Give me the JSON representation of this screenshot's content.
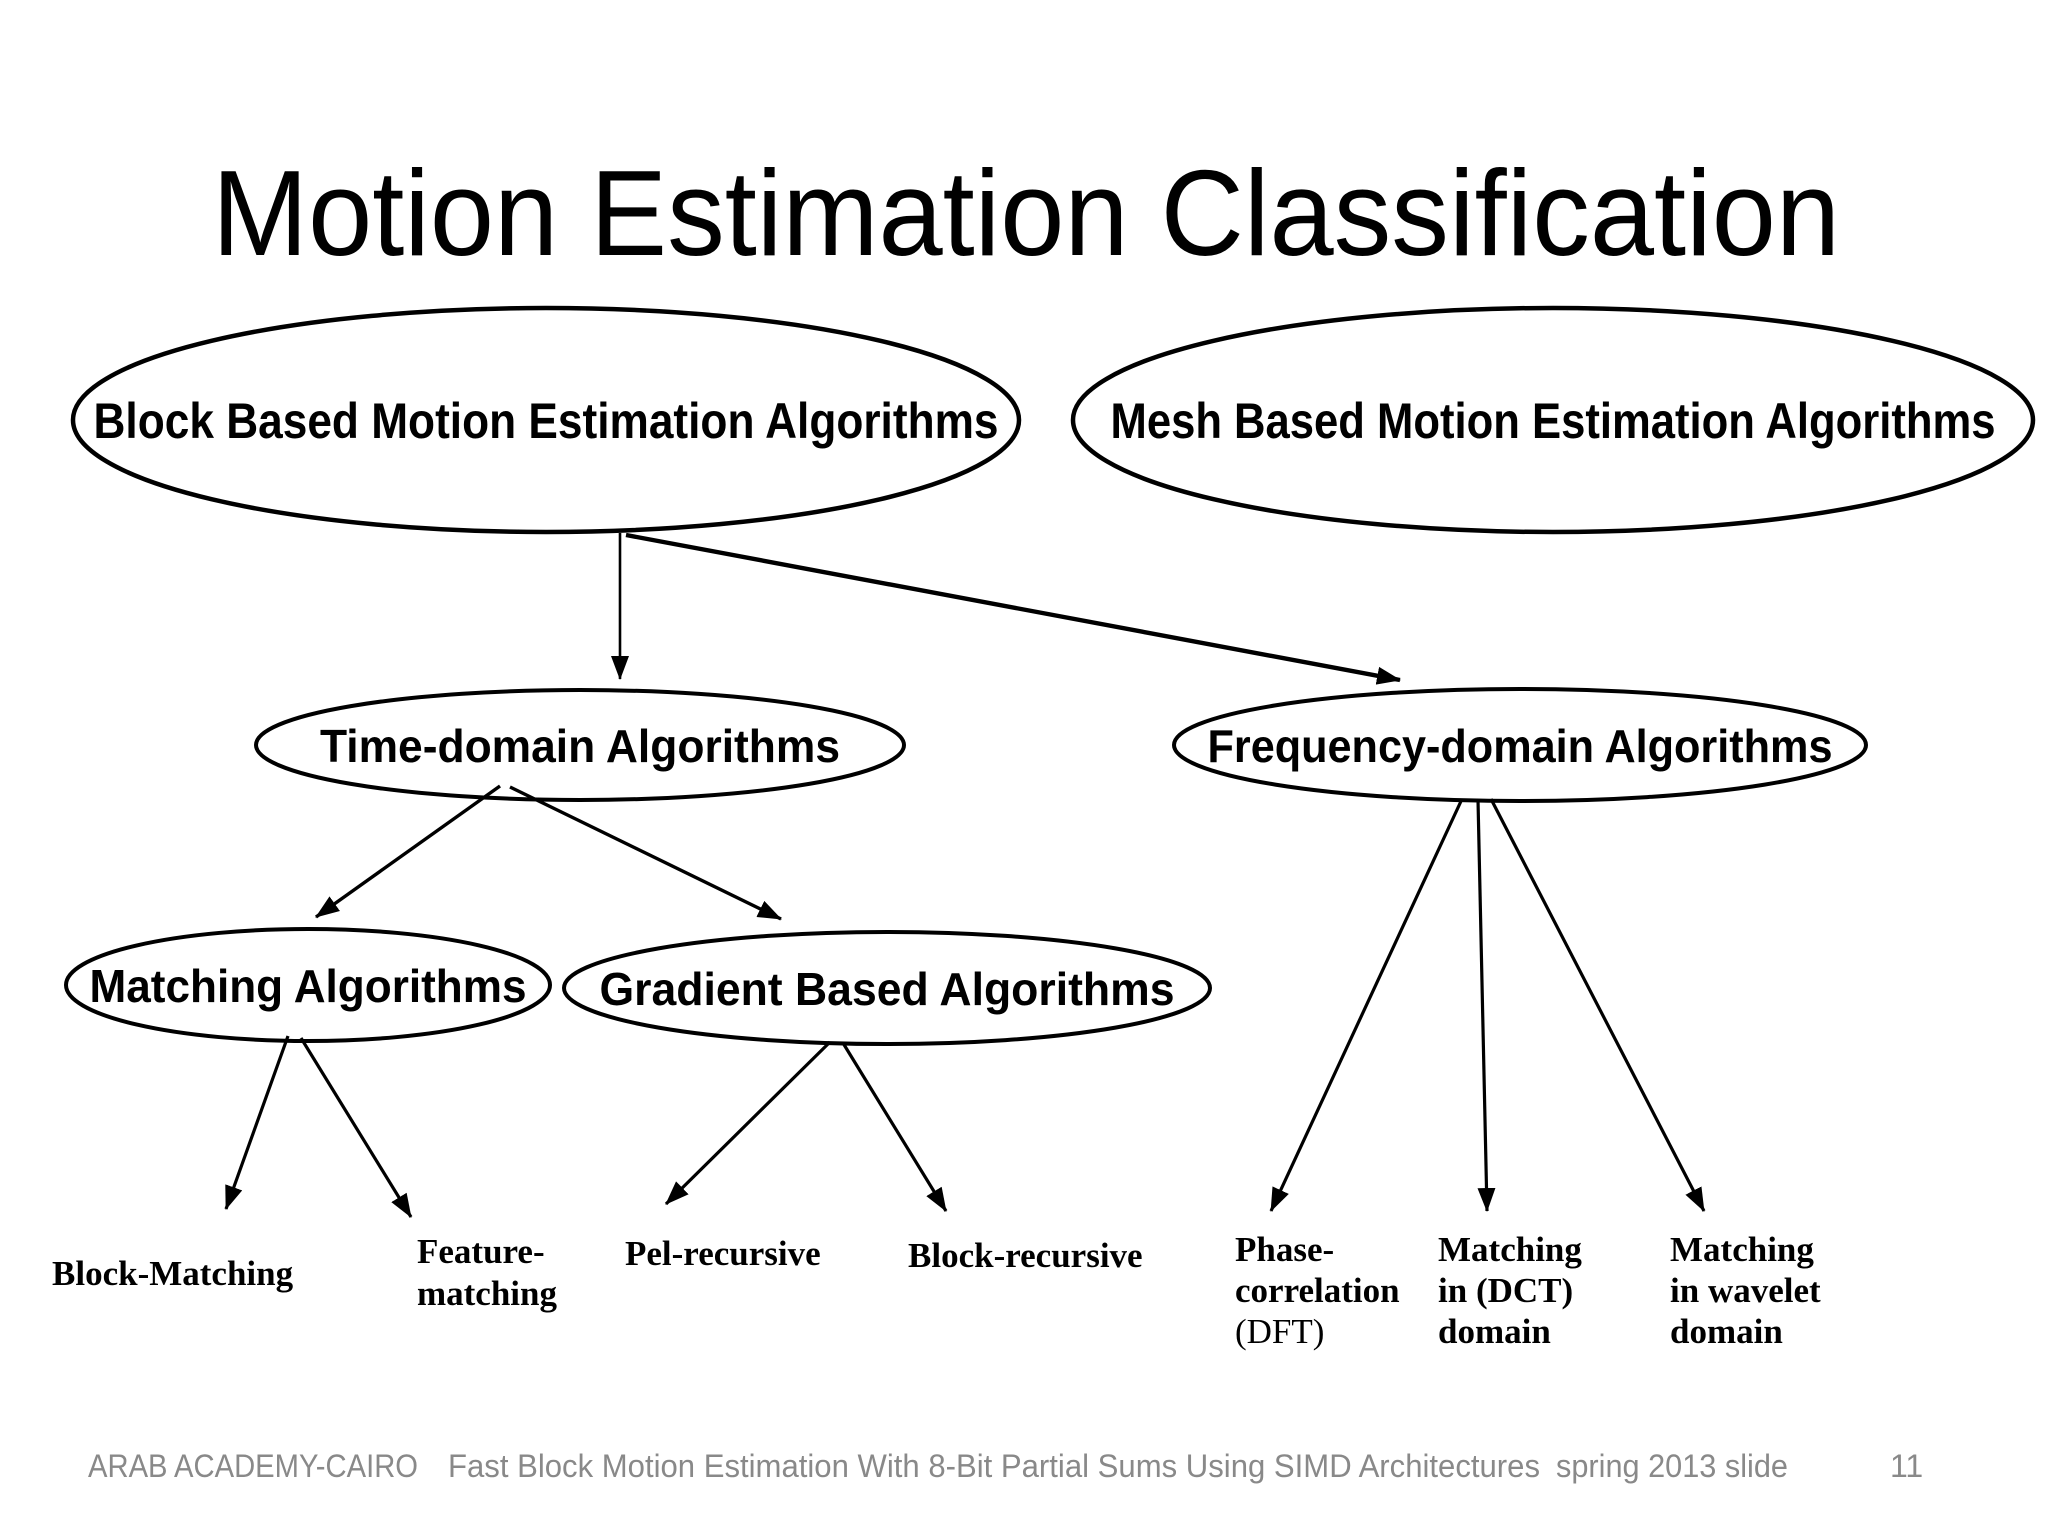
{
  "slide": {
    "title": "Motion Estimation Classification",
    "footer": {
      "organization": "ARAB ACADEMY-CAIRO",
      "presentation_title": "Fast Block Motion Estimation With 8-Bit Partial Sums Using SIMD Architectures",
      "term_label": "spring 2013 slide",
      "slide_number": "11"
    }
  },
  "diagram": {
    "nodes": {
      "block_based": {
        "label": "Block Based Motion Estimation Algorithms"
      },
      "mesh_based": {
        "label": "Mesh Based Motion Estimation Algorithms"
      },
      "time_domain": {
        "label": "Time-domain Algorithms"
      },
      "frequency_domain": {
        "label": "Frequency-domain Algorithms"
      },
      "matching": {
        "label": "Matching Algorithms"
      },
      "gradient": {
        "label": "Gradient Based Algorithms"
      }
    },
    "leaves": {
      "block_matching": {
        "lines": [
          "Block-Matching"
        ]
      },
      "feature_matching": {
        "lines": [
          "Feature-",
          "matching"
        ]
      },
      "pel_recursive": {
        "lines": [
          "Pel-recursive"
        ]
      },
      "block_recursive": {
        "lines": [
          "Block-recursive"
        ]
      },
      "phase_correlation": {
        "lines": [
          "Phase-",
          "correlation",
          "(DFT)"
        ]
      },
      "matching_dct": {
        "lines": [
          "Matching",
          "in (DCT)",
          "domain"
        ]
      },
      "matching_wavelet": {
        "lines": [
          "Matching",
          "in wavelet",
          "domain"
        ]
      }
    }
  },
  "colors": {
    "ink": "#000000",
    "background": "#ffffff",
    "footer_text": "#898989"
  }
}
